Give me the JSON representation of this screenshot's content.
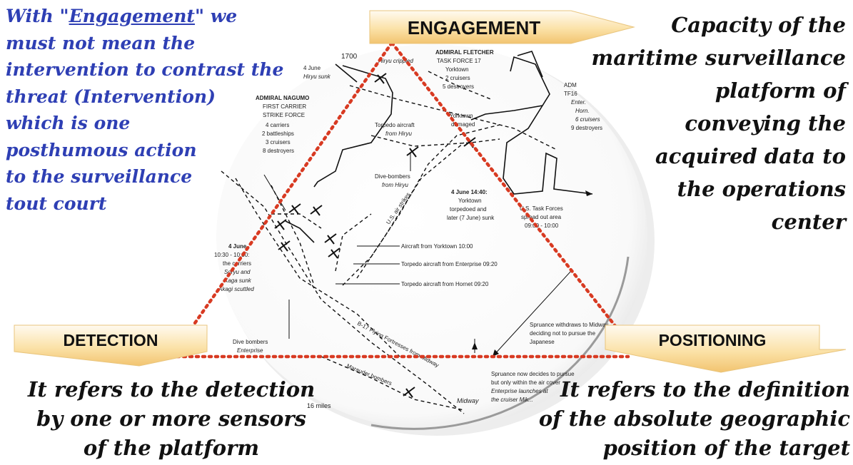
{
  "labels": {
    "engagement": "ENGAGEMENT",
    "detection": "DETECTION",
    "positioning": "POSITIONING"
  },
  "engagement_note": {
    "line1_prefix": "With \"",
    "line1_emph": "Engagement",
    "line1_suffix": "\" we",
    "lines": [
      "must not mean the",
      "intervention to contrast the",
      "threat (Intervention)",
      "which is one",
      "posthumous  action",
      "to  the surveillance",
      "tout court"
    ]
  },
  "capacity_note": {
    "lines": [
      "Capacity of the",
      "maritime surveillance",
      "platform of",
      "conveying  the",
      "acquired data to",
      "the operations",
      "center"
    ]
  },
  "detection_note": {
    "lines": [
      "It refers to the detection",
      "by one or more sensors",
      "of the platform"
    ]
  },
  "positioning_note": {
    "lines": [
      "It refers to the definition",
      "of the absolute geographic",
      "position of the target"
    ]
  },
  "map": {
    "time_1700": "1700",
    "japan_strike_title": "ADMIRAL NAGUMO",
    "japan_strike_sub": "FIRST CARRIER",
    "japan_strike_sub2": "STRIKE FORCE",
    "japan_strike_lines": [
      "4 carriers",
      "2 battleships",
      "3 cruisers",
      "8 destroyers"
    ],
    "us_tf17_title": "ADMIRAL FLETCHER",
    "us_tf17_sub": "TASK FORCE 17",
    "us_tf17_lines": [
      "Yorktown",
      "2 cruisers",
      "5 destroyers"
    ],
    "hiryu_crippled": "Hiryu crippled",
    "jun4_label": "4 June",
    "hiryu_sunk": "Hiryu sunk",
    "tf16_title": "ADM",
    "tf16_sub": "TF16",
    "tf16_lines": [
      "Enter.",
      "Horn.",
      "6 cruisers",
      "9 destroyers"
    ],
    "torpedo_hiryu": "Torpedo aircraft",
    "torpedo_hiryu_sub": "from Hiryu",
    "yorktown_damaged": "Yorktown",
    "yorktown_damaged_sub": "damaged",
    "dive_hiryu": "Dive-bombers",
    "dive_hiryu_sub": "from Hiryu",
    "jun4_1440": "4 June 14:40:",
    "jun4_1440_lines": [
      "Yorktown",
      "torpedoed and",
      "later (7 June) sunk"
    ],
    "us_task_forces": "U.S. Task Forces",
    "us_task_forces_lines": [
      "spread out area",
      "09:00 - 10:00"
    ],
    "us_air_strikes": "U.S. air strikes",
    "aircraft_yorktown": "Aircraft from Yorktown 10:00",
    "torpedo_enterprise": "Torpedo aircraft from Enterprise 09:20",
    "torpedo_hornet": "Torpedo aircraft from Hornet 09:20",
    "jun4_1030_title": "4 June",
    "jun4_1030_time": "10:30 - 10:30:",
    "jun4_1030_lines": [
      "the carriers",
      "Soryu and",
      "Kaga sunk",
      "Akagi scuttled"
    ],
    "dive_enterprise": "Dive bombers",
    "dive_enterprise_sub": "Enterprise",
    "b17": "B-17 Flying Fortresses from Midway",
    "marauder": "Marauder bombers",
    "spruance_withdraws": "Spruance withdraws to Midway",
    "spruance_withdraws_lines": [
      "deciding not to pursue the",
      "Japanese"
    ],
    "spruance_now": "Spruance now decides to pursue",
    "spruance_now_lines": [
      "but only within the air cover",
      "Enterprise launches at",
      "the cruiser Mik..."
    ],
    "midway_label": "Midway",
    "miles": "16 miles"
  },
  "colors": {
    "blue_text": "#2e3fb4",
    "black_text": "#111111",
    "arrow_fill_light": "#fdf0cf",
    "arrow_fill_dark": "#f2c66f",
    "triangle_dots": "#d83a22"
  }
}
